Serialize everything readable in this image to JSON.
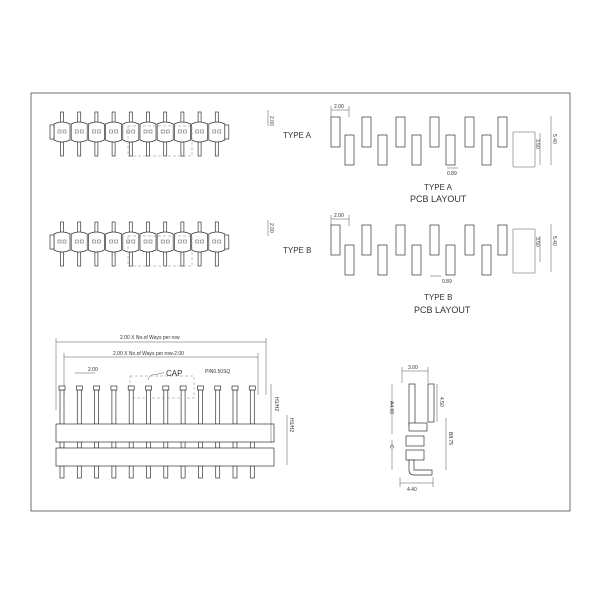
{
  "typeA": {
    "label": "TYPE A",
    "height_dim": "2.00",
    "pin_count": 10
  },
  "typeB": {
    "label": "TYPE B",
    "height_dim": "2.00",
    "pin_count": 10
  },
  "pcbA": {
    "pitch_dim": "2.00",
    "pad_width_dim": "0.89",
    "row_dim": "3.50",
    "overall_dim": "5.40",
    "type_label": "TYPE A",
    "title": "PCB LAYOUT"
  },
  "pcbB": {
    "pitch_dim": "2.00",
    "pad_width_dim": "0.89",
    "row_dim": "3.50",
    "overall_dim": "5.40",
    "type_label": "TYPE B",
    "title": "PCB LAYOUT"
  },
  "front": {
    "overall_dim": "2.00 X No.of Ways per row",
    "span_dim": "2.00 X No.of Ways per row-2.00",
    "pitch_dim": "2.00",
    "cap_label": "CAP",
    "pin_size": "PIN0.50SQ",
    "right_dim_1": "H1/H2",
    "right_dim_2": "H1/H2",
    "pin_count": 12
  },
  "profile": {
    "top_dim": "3.00",
    "left_dim": "A4.00",
    "lower_left_dim": "C",
    "right_dim": "4.50",
    "right_dim_2": "B8.75",
    "bottom_dim": "4.40"
  }
}
